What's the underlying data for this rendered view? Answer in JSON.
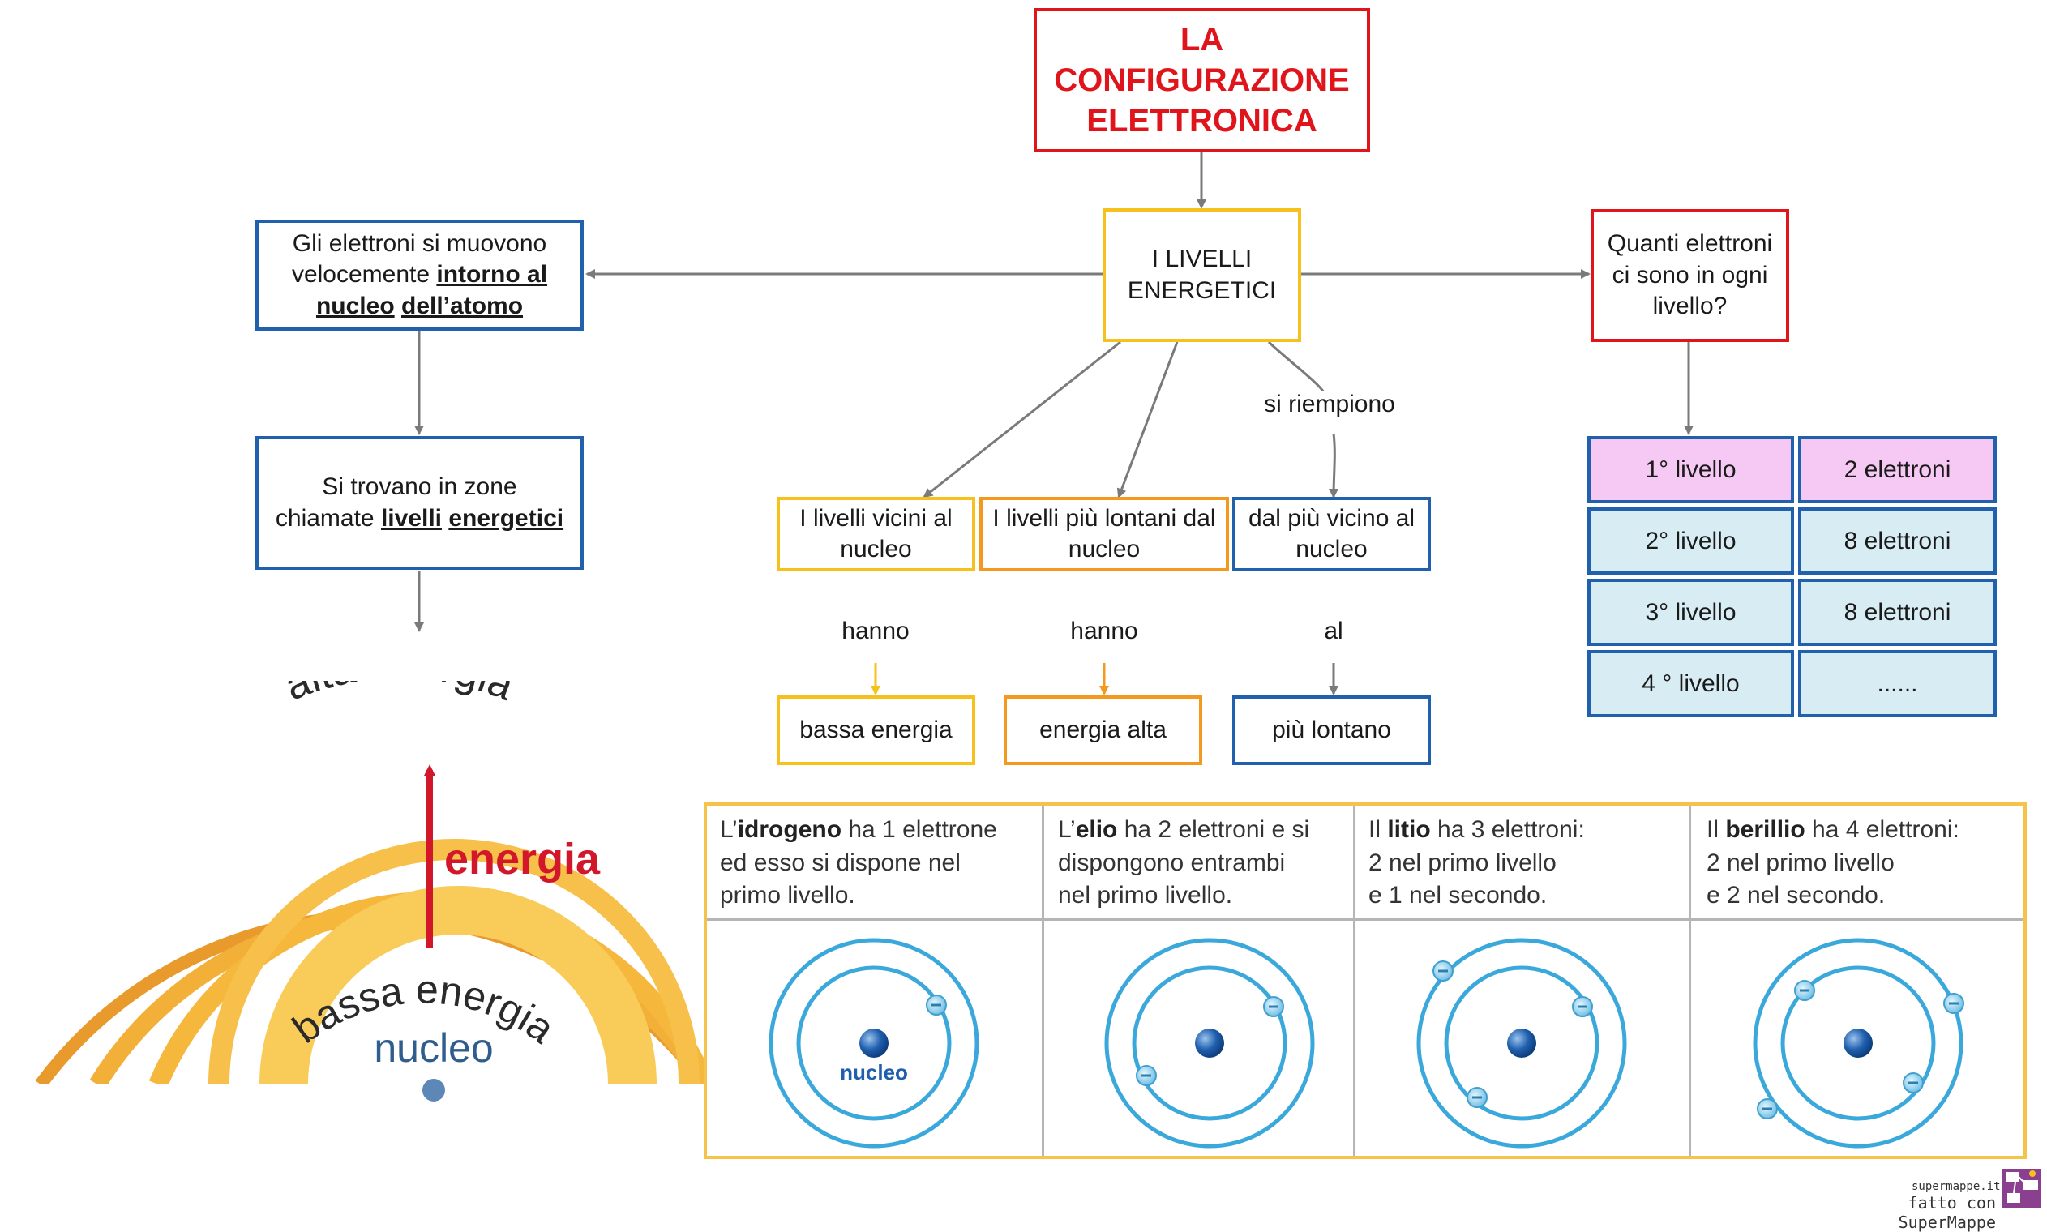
{
  "title": {
    "line1": "LA",
    "line2": "CONFIGURAZIONE",
    "line3": "ELETTRONICA"
  },
  "center": {
    "line1": "I LIVELLI",
    "line2": "ENERGETICI"
  },
  "left1": {
    "t1": "Gli elettroni si muovono",
    "t2": "velocemente ",
    "t3": "intorno al",
    "t4": "nucleo",
    "t5": "dell’atomo"
  },
  "left2": {
    "t1": "Si trovano in zone",
    "t2": "chiamate ",
    "t3": "livelli",
    "t4": "energetici"
  },
  "question": {
    "line1": "Quanti elettroni",
    "line2": "ci sono in ogni",
    "line3": "livello?"
  },
  "branches": {
    "near": {
      "line1": "I livelli vicini al",
      "line2": "nucleo",
      "link": "hanno",
      "result": "bassa energia"
    },
    "far": {
      "line1": "I livelli più lontani dal",
      "line2": "nucleo",
      "link": "hanno",
      "result": "energia alta"
    },
    "fill": {
      "link_top": "si riempiono",
      "line1": "dal più vicino al",
      "line2": "nucleo",
      "link": "al",
      "result": "più lontano"
    }
  },
  "levels_table": [
    {
      "level": "1° livello",
      "electrons": "2 elettroni"
    },
    {
      "level": "2° livello",
      "electrons": "8 elettroni"
    },
    {
      "level": "3° livello",
      "electrons": "8 elettroni"
    },
    {
      "level": "4 ° livello",
      "electrons": "......"
    }
  ],
  "energy_image": {
    "top": "alta energia",
    "middle": "energia",
    "bottom": "bassa energia",
    "core": "nucleo"
  },
  "atoms": [
    {
      "pre": "L’",
      "name": "idrogeno",
      "l1": " ha 1 elettrone",
      "l2": "ed esso si dispone nel",
      "l3": "primo livello.",
      "core_label": "nucleo"
    },
    {
      "pre": "L’",
      "name": "elio",
      "l1": " ha 2 elettroni e si",
      "l2": "dispongono entrambi",
      "l3": "nel primo livello."
    },
    {
      "pre": "Il ",
      "name": "litio",
      "l1": " ha 3 elettroni:",
      "l2": "2 nel primo livello",
      "l3": "e 1 nel secondo."
    },
    {
      "pre": "Il ",
      "name": "berillio",
      "l1": " ha 4 elettroni:",
      "l2": "2 nel primo livello",
      "l3": "e 2 nel secondo."
    }
  ],
  "footer": {
    "site": "supermappe.it",
    "made_with": "fatto con SuperMappe"
  },
  "colors": {
    "red": "#e0151b",
    "yellow": "#f7c11d",
    "orange": "#f39a1e",
    "blue": "#2060ad",
    "pink": "#f6c9f4",
    "light_blue": "#d7ecf3"
  }
}
